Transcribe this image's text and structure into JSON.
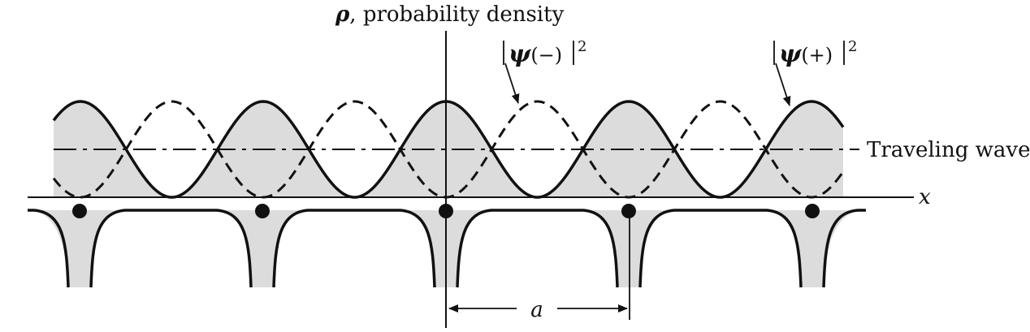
{
  "diagram": {
    "y_axis_label_symbol": "ρ",
    "y_axis_label_text": ", probability density",
    "x_axis_label": "x",
    "curve_minus_psi": "ψ",
    "curve_minus_sign": "(−)",
    "curve_minus_exp": "2",
    "curve_plus_psi": "ψ",
    "curve_plus_sign": "(+)",
    "curve_plus_exp": "2",
    "traveling_wave_label": "Traveling wave",
    "lattice_spacing_label": "a",
    "colors": {
      "fill": "#dcdcdc",
      "stroke": "#111111"
    }
  }
}
